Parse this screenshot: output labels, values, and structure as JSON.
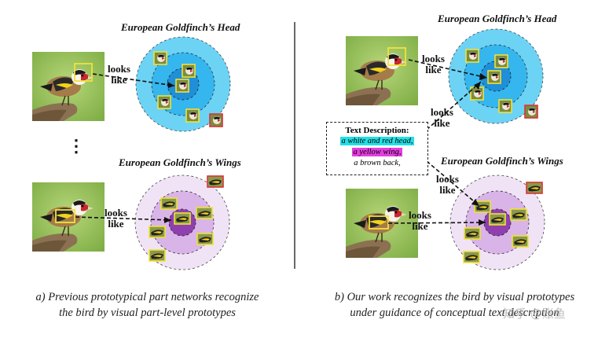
{
  "panel_a": {
    "title_head": "European Goldfinch’s Head",
    "title_wings": "European Goldfinch’s Wings",
    "looks_like_top": [
      "looks",
      "like"
    ],
    "looks_like_bottom": [
      "looks",
      "like"
    ],
    "ellipsis": "⋮",
    "caption": [
      "a) Previous prototypical part networks recognize",
      "the bird by visual part-level prototypes"
    ]
  },
  "panel_b": {
    "title_head": "European Goldfinch’s Head",
    "title_wings": "European Goldfinch’s Wings",
    "looks_like_top": [
      "looks",
      "like"
    ],
    "looks_like_mid": [
      "looks",
      "like"
    ],
    "looks_like_right": [
      "looks",
      "like"
    ],
    "looks_like_bottom": [
      "looks",
      "like"
    ],
    "text_description": {
      "title": "Text Description:",
      "phrase_1": "a white and red head,",
      "phrase_2": "a yellow wing,",
      "phrase_3": "a brown back,"
    },
    "caption": [
      "b) Our work recognizes the bird by visual prototypes",
      "under guidance of conceptual text description"
    ]
  },
  "watermark": "知乎 @账鱼",
  "colors": {
    "head_outer": "#6cd3f5",
    "head_mid": "#35b6ee",
    "head_core": "#1e8fd8",
    "wing_outer": "#f1e3f6",
    "wing_mid": "#d9b4e8",
    "wing_core": "#8f3fae",
    "highlight_cyan": "#22e0e6",
    "highlight_magenta": "#e43ee0",
    "box_yellow": "#f1e23a",
    "box_red": "#d9333a"
  }
}
